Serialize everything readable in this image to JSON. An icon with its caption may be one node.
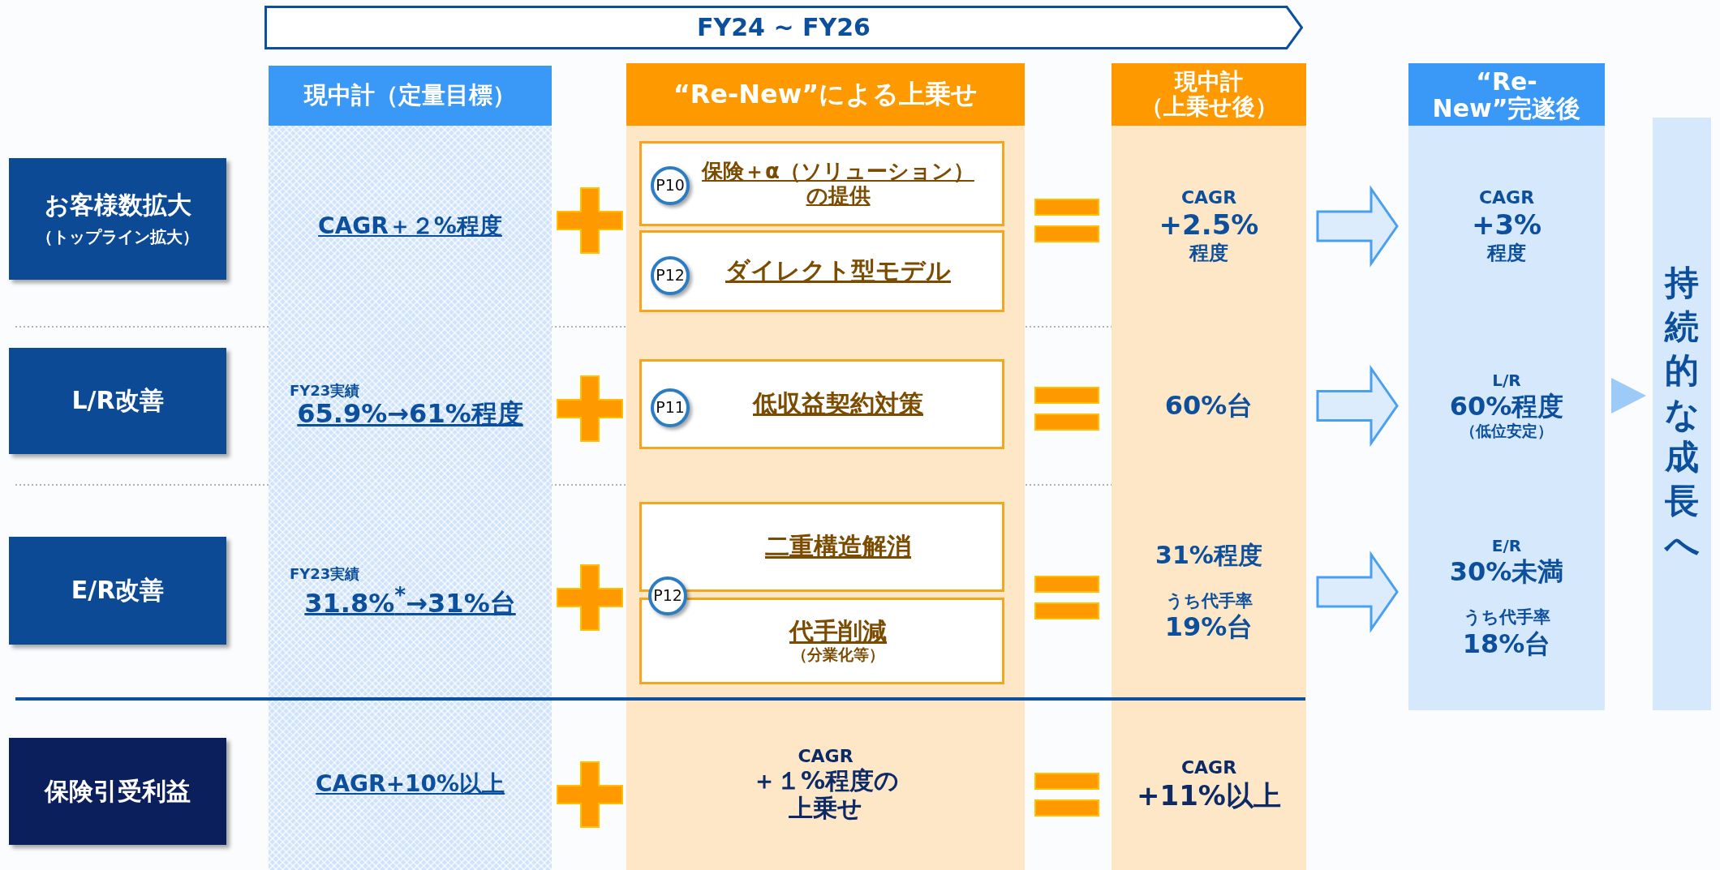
{
  "diagram": {
    "nodes": [
      {
        "text": [
          "FY24 ~ FY26"
        ]
      },
      {
        "text": [
          "お客様数拡大",
          "（トップライン拡大）"
        ]
      },
      {
        "text": [
          "L/R改善"
        ]
      },
      {
        "text": [
          "E/R改善"
        ]
      },
      {
        "text": [
          "保険引受利益"
        ]
      },
      {
        "text": [
          "現中計（定量目標）"
        ]
      },
      {
        "text": [
          "CAGR＋２%程度"
        ],
        "in": 5
      },
      {
        "text": [
          "FY23実績",
          "65.9%→61%程度"
        ],
        "in": 5
      },
      {
        "text": [
          "FY23実績",
          "31.8%$^{*}$→31%台"
        ],
        "in": 5
      },
      {
        "text": [
          "CAGR+10%以上"
        ],
        "in": 5
      },
      {
        "text": [
          "“Re-New”による上乗せ"
        ]
      },
      {
        "text": [
          "保険＋α（ソリューション）の提供"
        ],
        "in": 10
      },
      {
        "text": [
          "P10"
        ],
        "in": 11
      },
      {
        "text": [
          "ダイレクト型モデル"
        ],
        "in": 10
      },
      {
        "text": [
          "P12"
        ],
        "in": 13
      },
      {
        "text": [
          "低収益契約対策"
        ],
        "in": 10
      },
      {
        "text": [
          "P11"
        ],
        "in": 15
      },
      {
        "text": [
          "二重構造解消"
        ],
        "in": 10
      },
      {
        "text": [
          "P12"
        ],
        "in": 10
      },
      {
        "text": [
          "代手削減",
          "（分業化等）"
        ],
        "in": 10
      },
      {
        "text": [
          "CAGR",
          "＋１%程度の上乗せ"
        ],
        "in": 10
      },
      {
        "text": [
          "現中計（上乗せ後）"
        ]
      },
      {
        "text": [
          "CAGR",
          "+2.5%",
          "程度"
        ],
        "in": 21
      },
      {
        "text": [
          "60%台"
        ],
        "in": 21
      },
      {
        "text": [
          "31%程度",
          "うち代手率",
          "19%台"
        ],
        "in": 21
      },
      {
        "text": [
          "CAGR",
          "+11%以上"
        ],
        "in": 21
      },
      {
        "text": [
          "“Re-New”完遂後"
        ]
      },
      {
        "text": [
          "CAGR",
          "+3%",
          "程度"
        ],
        "in": 26
      },
      {
        "text": [
          "L/R",
          "60%程度",
          "（低位安定）"
        ],
        "in": 26
      },
      {
        "text": [
          "E/R",
          "30%未満",
          "うち代手率",
          "18%台"
        ],
        "in": 26
      },
      {
        "text": [
          "持続的な成長へ"
        ]
      },
      {
        "text": [],
        "shape": "plus"
      },
      {
        "text": [],
        "shape": "plus"
      },
      {
        "text": [],
        "shape": "plus"
      },
      {
        "text": [],
        "shape": "plus"
      },
      {
        "text": [],
        "shape": "equals"
      },
      {
        "text": [],
        "shape": "equals"
      },
      {
        "text": [],
        "shape": "equals"
      },
      {
        "text": [],
        "shape": "equals"
      }
    ],
    "edges": [
      {
        "from": 22,
        "to": 27,
        "arrow": "to"
      },
      {
        "from": 23,
        "to": 28,
        "arrow": "to"
      },
      {
        "from": 24,
        "to": 29,
        "arrow": "to"
      },
      {
        "from": 26,
        "to": 30,
        "arrow": "to"
      }
    ]
  }
}
